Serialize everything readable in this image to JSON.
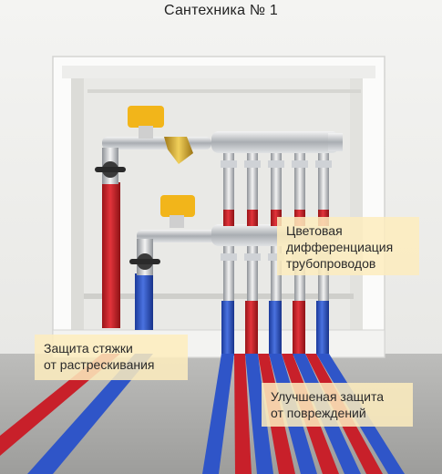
{
  "header": {
    "title": "Сантехника № 1"
  },
  "callouts": [
    {
      "lines": [
        "Цветовая",
        "дифференциация",
        "трубопроводов"
      ]
    },
    {
      "lines": [
        "Защита стяжки",
        "от растрескивания"
      ]
    },
    {
      "lines": [
        "Улучшеная защита",
        "от повреждений"
      ]
    }
  ],
  "colors": {
    "hot_pipe": "#c8202a",
    "cold_pipe": "#2f55c8",
    "cabinet": "#f7f7f5",
    "actuator": "#f2b51a",
    "callout_bg": "#fdecbe"
  }
}
